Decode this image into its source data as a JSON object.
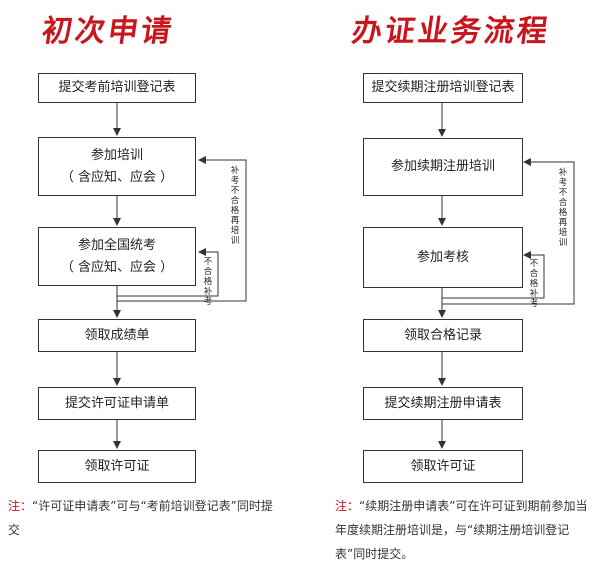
{
  "left": {
    "title": "初次申请",
    "steps": [
      {
        "line1": "提交考前培训登记表",
        "line2": ""
      },
      {
        "line1": "参加培训",
        "line2": "（ 含应知、应会 ）"
      },
      {
        "line1": "参加全国统考",
        "line2": "（ 含应知、应会 ）"
      },
      {
        "line1": "领取成绩单",
        "line2": ""
      },
      {
        "line1": "提交许可证申请单",
        "line2": ""
      },
      {
        "line1": "领取许可证",
        "line2": ""
      }
    ],
    "loop_outer": "补考不合格再培训",
    "loop_inner": "不合格补考",
    "note_prefix": "注：",
    "note_text": "“许可证申请表”可与“考前培训登记表”同时提交"
  },
  "right": {
    "title": "办证业务流程",
    "steps": [
      {
        "line1": "提交续期注册培训登记表",
        "line2": ""
      },
      {
        "line1": "参加续期注册培训",
        "line2": ""
      },
      {
        "line1": "参加考核",
        "line2": ""
      },
      {
        "line1": "领取合格记录",
        "line2": ""
      },
      {
        "line1": "提交续期注册申请表",
        "line2": ""
      },
      {
        "line1": "领取许可证",
        "line2": ""
      }
    ],
    "loop_outer": "补考不合格再培训",
    "loop_inner": "不合格补考",
    "note_prefix": "注：",
    "note_text": "“续期注册申请表”可在许可证到期前参加当年度续期注册培训是，与“续期注册培训登记表”同时提交。"
  },
  "colors": {
    "accent": "#c8161d",
    "line": "#333333"
  }
}
